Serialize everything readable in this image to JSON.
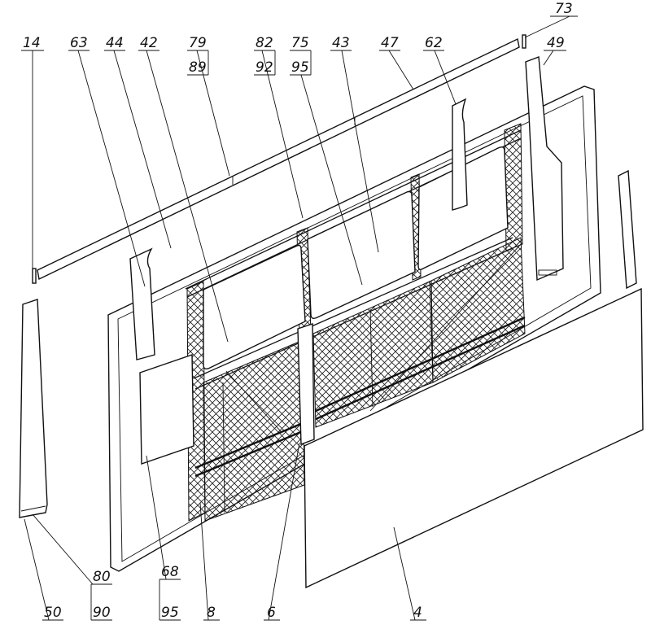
{
  "labels": {
    "l14": "14",
    "l63": "63",
    "l44": "44",
    "l42": "42",
    "l79": "79",
    "l89": "89",
    "l82": "82",
    "l92": "92",
    "l75": "75",
    "l95_top": "95",
    "l43": "43",
    "l47": "47",
    "l62": "62",
    "l73": "73",
    "l49": "49",
    "l80": "80",
    "l90": "90",
    "l50": "50",
    "l68": "68",
    "l95_bottom": "95",
    "l8": "8",
    "l6": "6",
    "l4": "4"
  }
}
